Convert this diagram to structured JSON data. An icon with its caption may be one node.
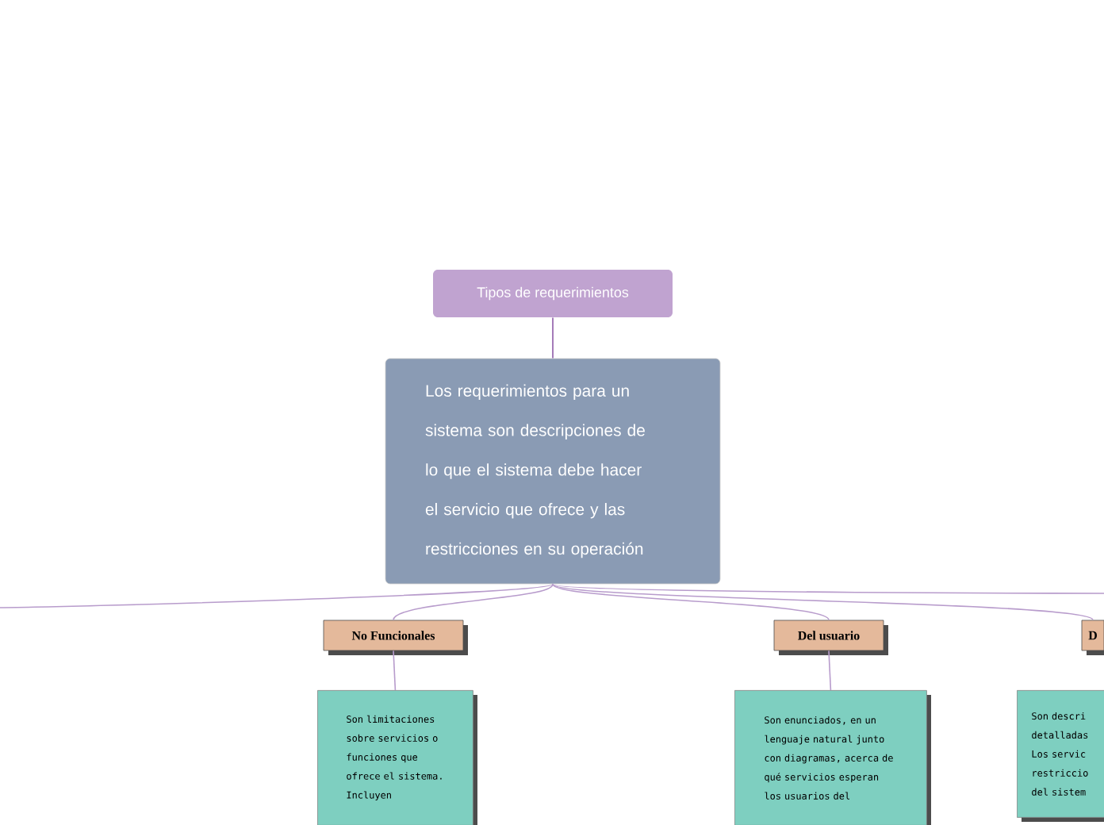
{
  "diagram": {
    "nodes": [
      {
        "text": [
          "Tipos de requerimientos"
        ]
      },
      {
        "text": [
          "Los requerimientos para un sistema son descripciones de lo que el sistema debe hacer el servicio que ofrece y las restricciones en su operación"
        ]
      },
      {
        "text": [
          "No Funcionales"
        ]
      },
      {
        "text": [
          "Del usuario"
        ]
      },
      {
        "text": [
          "D"
        ]
      },
      {
        "text": [
          "Son limitaciones sobre servicios o funciones que ofrece el sistema. Incluyen"
        ]
      },
      {
        "text": [
          "Son enunciados, en un lenguaje natural junto con diagramas, acerca de qué servicios esperan los usuarios del"
        ]
      },
      {
        "text": [
          "Son descri detalladas Los servic restriccio del sistem"
        ]
      }
    ],
    "edges": [
      {
        "from": 0,
        "to": 1,
        "arrow": "none",
        "color": "#8e5aa8"
      },
      {
        "from": 1,
        "to": 2,
        "arrow": "none"
      },
      {
        "from": 1,
        "to": 3,
        "arrow": "none"
      },
      {
        "from": 1,
        "to": 4,
        "arrow": "none"
      },
      {
        "from": 1,
        "to": null,
        "arrow": "none"
      },
      {
        "from": 1,
        "to": null,
        "arrow": "none"
      },
      {
        "from": 2,
        "to": 5,
        "arrow": "none"
      },
      {
        "from": 3,
        "to": 6,
        "arrow": "none"
      }
    ]
  }
}
